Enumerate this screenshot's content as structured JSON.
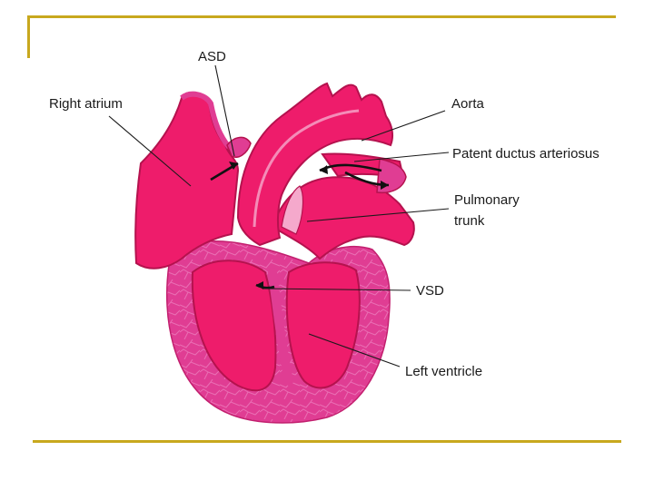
{
  "slide": {
    "accent_color": "#c8a81e",
    "heart_colors": {
      "chamber": "#ee1c6b",
      "wall": "#e03d93",
      "wall_texture": "#ea6fb4",
      "dark_edge": "#b5124e",
      "cavity_light": "#f5a9cc"
    }
  },
  "labels": {
    "asd": "ASD",
    "right_atrium": "Right atrium",
    "aorta": "Aorta",
    "pda": "Patent ductus arteriosus",
    "pulmonary_line1": "Pulmonary",
    "pulmonary_line2": "trunk",
    "vsd": "VSD",
    "left_ventricle": "Left ventricle"
  }
}
